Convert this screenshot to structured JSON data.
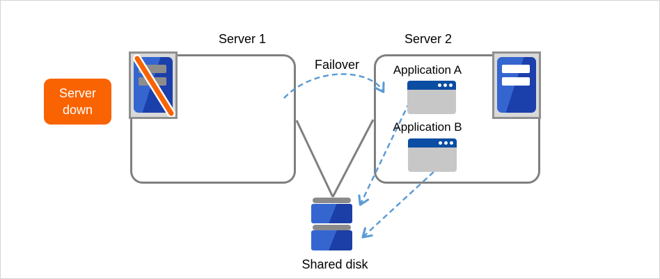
{
  "diagram": {
    "badge": {
      "label": "Server down"
    },
    "servers": [
      {
        "title": "Server 1",
        "status": "down"
      },
      {
        "title": "Server 2",
        "status": "up"
      }
    ],
    "failover": {
      "label": "Failover"
    },
    "applications": [
      {
        "label": "Application A"
      },
      {
        "label": "Application B"
      }
    ],
    "shared_disk": {
      "label": "Shared disk"
    },
    "colors": {
      "accent_orange": "#F96302",
      "server_blue_light": "#3566D0",
      "server_blue_dark": "#1B40AC",
      "window_titlebar_blue": "#0B4DA2",
      "dashed_arrow_blue": "#5B9BD5",
      "line_gray": "#7F7F7F",
      "icon_frame_gray": "#8F8F8F",
      "disk_cap_gray": "#8A8A8A"
    }
  }
}
